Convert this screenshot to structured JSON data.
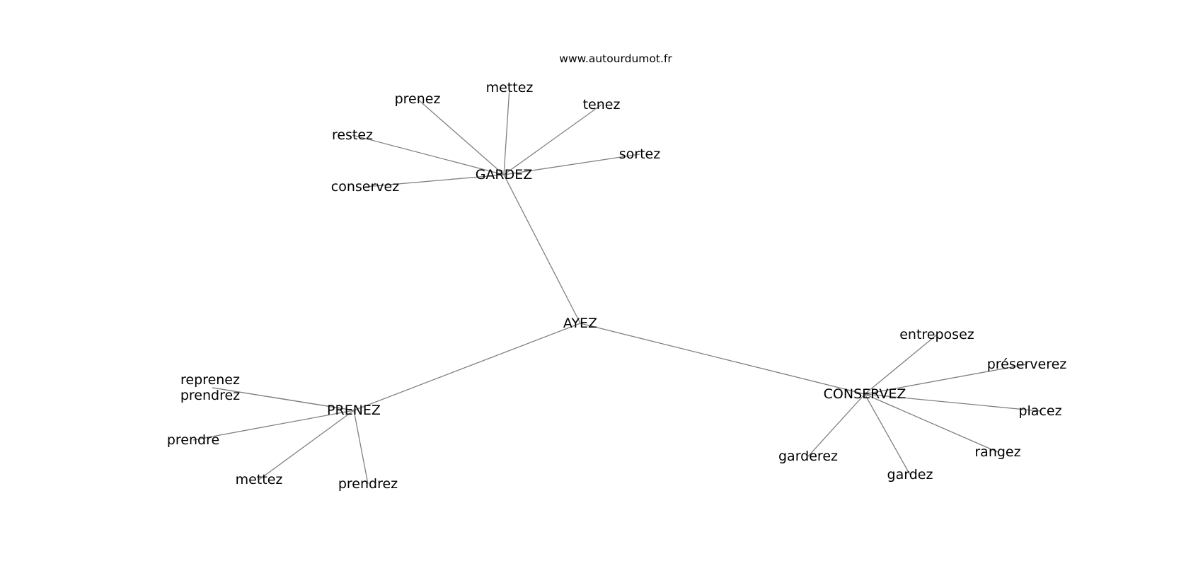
{
  "source": "www.autourdumot.fr",
  "nodes": [
    {
      "id": "ayez",
      "label": "AYEZ"
    },
    {
      "id": "gardez_hub",
      "label": "GARDEZ"
    },
    {
      "id": "prenez_hub",
      "label": "PRENEZ"
    },
    {
      "id": "conservez_hub",
      "label": "CONSERVEZ"
    },
    {
      "id": "g_prenez",
      "label": "prenez"
    },
    {
      "id": "g_mettez",
      "label": "mettez"
    },
    {
      "id": "g_tenez",
      "label": "tenez"
    },
    {
      "id": "g_restez",
      "label": "restez"
    },
    {
      "id": "g_sortez",
      "label": "sortez"
    },
    {
      "id": "g_conservez",
      "label": "conservez"
    },
    {
      "id": "p_reprenez",
      "label": "reprenez"
    },
    {
      "id": "p_prendrez1",
      "label": "prendrez"
    },
    {
      "id": "p_prendre",
      "label": "prendre"
    },
    {
      "id": "p_mettez",
      "label": "mettez"
    },
    {
      "id": "p_prendrez2",
      "label": "prendrez"
    },
    {
      "id": "c_entreposez",
      "label": "entreposez"
    },
    {
      "id": "c_preserverez",
      "label": "préserverez"
    },
    {
      "id": "c_placez",
      "label": "placez"
    },
    {
      "id": "c_rangez",
      "label": "rangez"
    },
    {
      "id": "c_gardez",
      "label": "gardez"
    },
    {
      "id": "c_garderez",
      "label": "garderez"
    }
  ],
  "edges": [
    [
      "ayez",
      "gardez_hub"
    ],
    [
      "ayez",
      "prenez_hub"
    ],
    [
      "ayez",
      "conservez_hub"
    ],
    [
      "gardez_hub",
      "g_prenez"
    ],
    [
      "gardez_hub",
      "g_mettez"
    ],
    [
      "gardez_hub",
      "g_tenez"
    ],
    [
      "gardez_hub",
      "g_restez"
    ],
    [
      "gardez_hub",
      "g_sortez"
    ],
    [
      "gardez_hub",
      "g_conservez"
    ],
    [
      "prenez_hub",
      "p_reprenez"
    ],
    [
      "prenez_hub",
      "p_prendrez1"
    ],
    [
      "prenez_hub",
      "p_prendre"
    ],
    [
      "prenez_hub",
      "p_mettez"
    ],
    [
      "prenez_hub",
      "p_prendrez2"
    ],
    [
      "conservez_hub",
      "c_entreposez"
    ],
    [
      "conservez_hub",
      "c_preserverez"
    ],
    [
      "conservez_hub",
      "c_placez"
    ],
    [
      "conservez_hub",
      "c_rangez"
    ],
    [
      "conservez_hub",
      "c_gardez"
    ],
    [
      "conservez_hub",
      "c_garderez"
    ]
  ]
}
